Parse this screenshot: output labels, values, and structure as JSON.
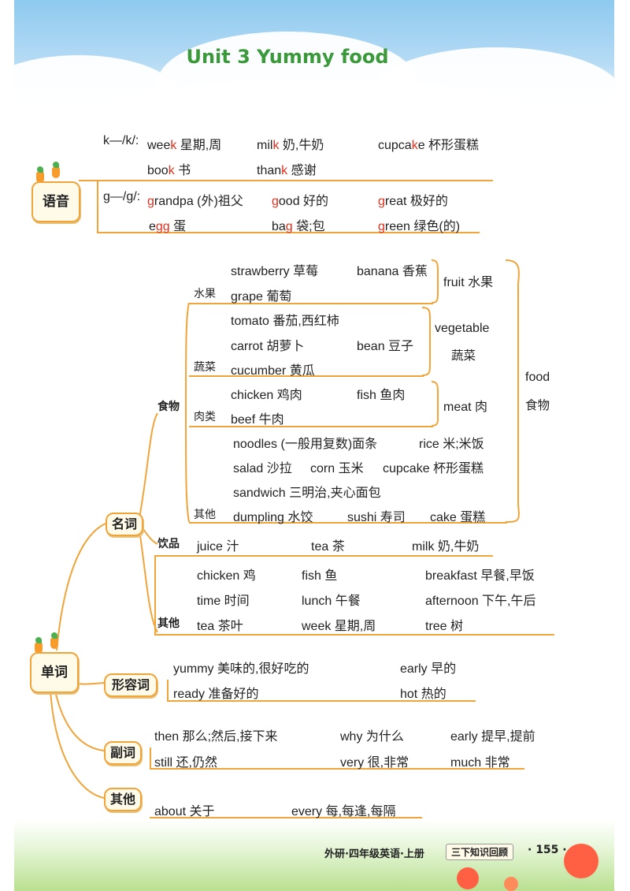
{
  "header": {
    "title": "Unit 3   Yummy food"
  },
  "phonics": {
    "label": "语音",
    "k_rule": "k—/k/:",
    "k_words": [
      {
        "pre": "wee",
        "hl": "k",
        "post": "",
        "cn": " 星期,周"
      },
      {
        "pre": "mil",
        "hl": "k",
        "post": "",
        "cn": " 奶,牛奶"
      },
      {
        "pre": "cupca",
        "hl": "k",
        "post": "e",
        "cn": " 杯形蛋糕"
      },
      {
        "pre": "boo",
        "hl": "k",
        "post": "",
        "cn": " 书"
      },
      {
        "pre": "than",
        "hl": "k",
        "post": "",
        "cn": " 感谢"
      }
    ],
    "g_rule": "g—/g/:",
    "g_words": [
      {
        "pre": "",
        "hl": "g",
        "post": "randpa",
        "cn": " (外)祖父"
      },
      {
        "pre": "",
        "hl": "g",
        "post": "ood",
        "cn": " 好的"
      },
      {
        "pre": "",
        "hl": "g",
        "post": "reat",
        "cn": " 极好的"
      },
      {
        "pre": "e",
        "hl": "gg",
        "post": "",
        "cn": " 蛋"
      },
      {
        "pre": "ba",
        "hl": "g",
        "post": "",
        "cn": " 袋;包"
      },
      {
        "pre": "",
        "hl": "g",
        "post": "reen",
        "cn": " 绿色(的)"
      }
    ]
  },
  "words": {
    "label": "单词",
    "nouns": {
      "label": "名词",
      "food_label": "食物",
      "fruit": {
        "label": "水果",
        "group_en": "fruit",
        "group_cn": "水果",
        "items": [
          "strawberry 草莓",
          "banana 香蕉",
          "grape 葡萄"
        ]
      },
      "vegetable": {
        "label": "蔬菜",
        "group_en": "vegetable",
        "group_cn": "蔬菜",
        "items": [
          "tomato 番茄,西红柿",
          "carrot 胡萝卜",
          "bean 豆子",
          "cucumber 黄瓜"
        ]
      },
      "meat": {
        "label": "肉类",
        "group_en": "meat",
        "group_cn": "肉",
        "items": [
          "chicken 鸡肉",
          "fish 鱼肉",
          "beef 牛肉"
        ]
      },
      "other_food": {
        "label": "其他",
        "items": [
          "noodles (一般用复数)面条",
          "rice 米;米饭",
          "salad 沙拉",
          "corn 玉米",
          "cupcake 杯形蛋糕",
          "sandwich 三明治,夹心面包",
          "dumpling 水饺",
          "sushi 寿司",
          "cake 蛋糕"
        ]
      },
      "food_group": {
        "en": "food",
        "cn": "食物"
      },
      "drinks": {
        "label": "饮品",
        "items": [
          "juice 汁",
          "tea 茶",
          "milk 奶,牛奶"
        ]
      },
      "others": {
        "label": "其他",
        "items": [
          "chicken 鸡",
          "fish 鱼",
          "breakfast 早餐,早饭",
          "time 时间",
          "lunch 午餐",
          "afternoon 下午,午后",
          "tea 茶叶",
          "week 星期,周",
          "tree 树"
        ]
      }
    },
    "adjectives": {
      "label": "形容词",
      "items": [
        "yummy 美味的,很好吃的",
        "early 早的",
        "ready 准备好的",
        "hot 热的"
      ]
    },
    "adverbs": {
      "label": "副词",
      "items": [
        "then 那么;然后,接下来",
        "why 为什么",
        "early 提早,提前",
        "still 还,仍然",
        "very 很,非常",
        "much 非常"
      ]
    },
    "other": {
      "label": "其他",
      "items": [
        "about 关于",
        "every 每,每逢,每隔"
      ]
    }
  },
  "footer": {
    "book": "外研·四年级英语·上册",
    "section": "三下知识回顾",
    "page": "· 155 ·"
  },
  "colors": {
    "line": "#f0a43a",
    "highlight": "#e0301e",
    "title": "#3a9a3a"
  }
}
